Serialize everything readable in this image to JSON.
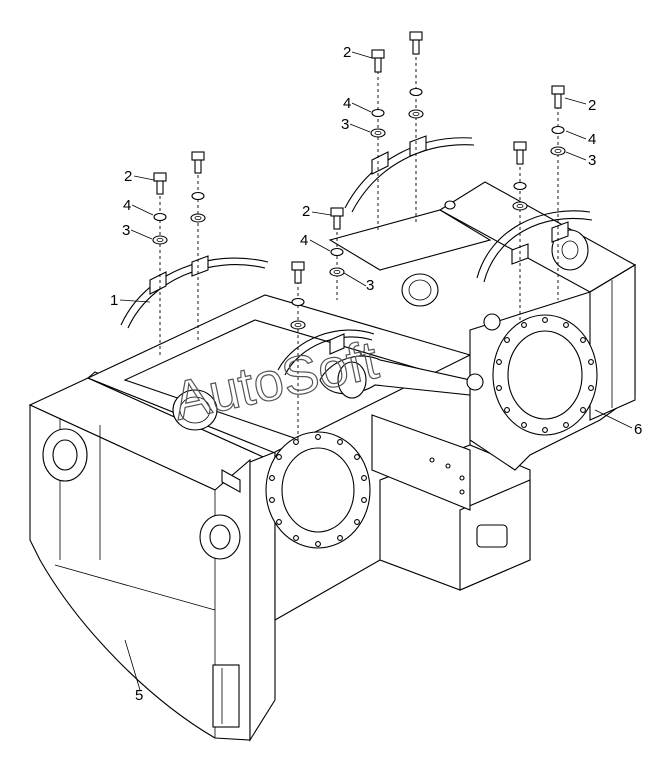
{
  "watermark": "AutoSoft",
  "callouts": [
    {
      "id": "c1",
      "text": "1"
    },
    {
      "id": "c2a",
      "text": "2"
    },
    {
      "id": "c2b",
      "text": "2"
    },
    {
      "id": "c2c",
      "text": "2"
    },
    {
      "id": "c2d",
      "text": "2"
    },
    {
      "id": "c3a",
      "text": "3"
    },
    {
      "id": "c3b",
      "text": "3"
    },
    {
      "id": "c3c",
      "text": "3"
    },
    {
      "id": "c3d",
      "text": "3"
    },
    {
      "id": "c4a",
      "text": "4"
    },
    {
      "id": "c4b",
      "text": "4"
    },
    {
      "id": "c4c",
      "text": "4"
    },
    {
      "id": "c4d",
      "text": "4"
    },
    {
      "id": "c5",
      "text": "5"
    },
    {
      "id": "c6",
      "text": "6"
    }
  ]
}
